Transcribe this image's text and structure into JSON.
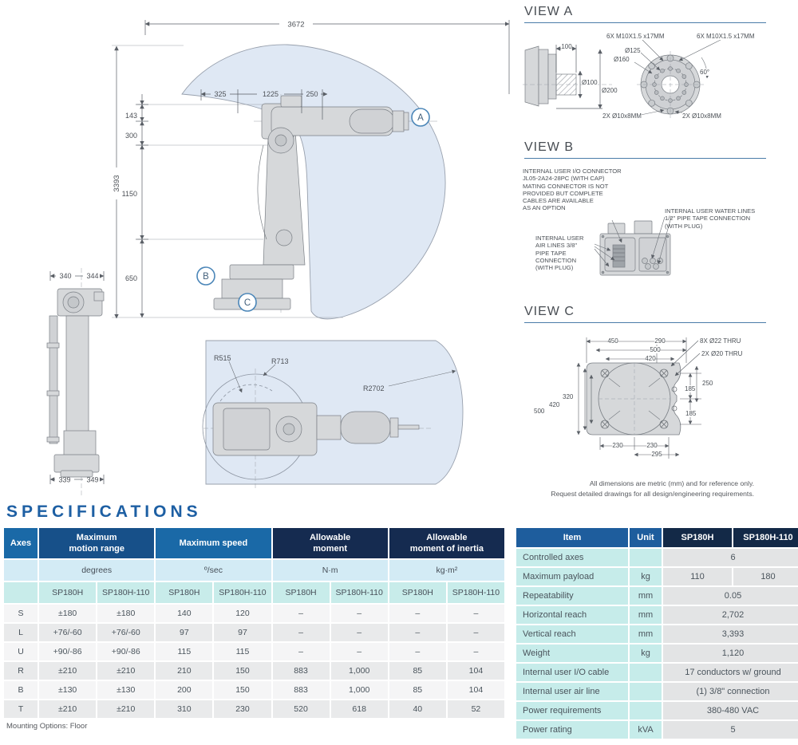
{
  "colors": {
    "header_blue": "#1a69a7",
    "header_dark_blue": "#175089",
    "header_navy": "#152b50",
    "item_header_blue": "#1e5d9d",
    "teal_cell": "#c6ecea",
    "pale_blue_cell": "#d3ebf5",
    "envelope_fill": "#dfe8f4",
    "title_blue": "#1d5fa3",
    "rule_blue": "#4a7ca8"
  },
  "drawing": {
    "dims": {
      "total_w": "3672",
      "total_h": "3393",
      "d325": "325",
      "d1225": "1225",
      "d250": "250",
      "d143": "143",
      "d300": "300",
      "d1150": "1150",
      "d650": "650"
    },
    "markers": {
      "a": "A",
      "b": "B",
      "c": "C"
    },
    "front": {
      "t1": "340",
      "t2": "344",
      "b1": "339",
      "b2": "349"
    },
    "top": {
      "r515": "R515",
      "r713": "R713",
      "r2702": "R2702"
    }
  },
  "views": {
    "a": {
      "title": "VIEW A",
      "labels": {
        "bolts_left": "6X M10X1.5 x17MM",
        "bolts_right": "6X M10X1.5 x17MM",
        "d125": "Ø125",
        "d160": "Ø160",
        "angle": "60°",
        "len100": "100",
        "d100": "Ø100",
        "d200": "Ø200",
        "dowel_left": "2X Ø10x8MM",
        "dowel_right": "2X Ø10x8MM"
      }
    },
    "b": {
      "title": "VIEW B",
      "io_note": "INTERNAL USER I/O CONNECTOR\nJL05-2A24-28PC (WITH CAP)\nMATING CONNECTOR IS NOT\nPROVIDED BUT COMPLETE\nCABLES ARE AVAILABLE\nAS AN OPTION",
      "water_note": "INTERNAL USER WATER LINES\n1/2\" PIPE TAPE CONNECTION\n(WITH PLUG)",
      "air_note": "INTERNAL USER\nAIR LINES  3/8\"\nPIPE TAPE\nCONNECTION\n(WITH PLUG)"
    },
    "c": {
      "title": "VIEW C",
      "labels": {
        "d450": "450",
        "d290": "290",
        "d500t": "500",
        "d420t": "420",
        "thru8": "8X Ø22 THRU",
        "thru2": "2X Ø20 THRU",
        "d250": "250",
        "d185a": "185",
        "d185b": "185",
        "d500l": "500",
        "d420l": "420",
        "d320": "320",
        "d230a": "230",
        "d230b": "230",
        "d295": "295"
      },
      "note_line1": "All dimensions are metric (mm) and for reference only.",
      "note_line2": "Request detailed drawings for all design/engineering requirements."
    }
  },
  "specs": {
    "title": "SPECIFICATIONS",
    "left_table": {
      "h_axes": "Axes",
      "h_motion": "Maximum\nmotion range",
      "h_speed": "Maximum speed",
      "h_moment": "Allowable\nmoment",
      "h_inertia": "Allowable\nmoment of inertia",
      "u_motion": "degrees",
      "u_speed": "º/sec",
      "u_moment": "N·m",
      "u_inertia": "kg·m²",
      "models": [
        "SP180H",
        "SP180H-110"
      ],
      "rows": [
        {
          "axis": "S",
          "values": [
            "±180",
            "±180",
            "140",
            "120",
            "–",
            "–",
            "–",
            "–"
          ]
        },
        {
          "axis": "L",
          "values": [
            "+76/-60",
            "+76/-60",
            "97",
            "97",
            "–",
            "–",
            "–",
            "–"
          ]
        },
        {
          "axis": "U",
          "values": [
            "+90/-86",
            "+90/-86",
            "115",
            "115",
            "–",
            "–",
            "–",
            "–"
          ]
        },
        {
          "axis": "R",
          "values": [
            "±210",
            "±210",
            "210",
            "150",
            "883",
            "1,000",
            "85",
            "104"
          ]
        },
        {
          "axis": "B",
          "values": [
            "±130",
            "±130",
            "200",
            "150",
            "883",
            "1,000",
            "85",
            "104"
          ]
        },
        {
          "axis": "T",
          "values": [
            "±210",
            "±210",
            "310",
            "230",
            "520",
            "618",
            "40",
            "52"
          ]
        }
      ],
      "footnote": "Mounting Options: Floor"
    },
    "right_table": {
      "headers": [
        "Item",
        "Unit",
        "SP180H",
        "SP180H-110"
      ],
      "rows": [
        {
          "item": "Controlled axes",
          "unit": "",
          "value": "6"
        },
        {
          "item": "Maximum payload",
          "unit": "kg",
          "v1": "110",
          "v2": "180"
        },
        {
          "item": "Repeatability",
          "unit": "mm",
          "value": "0.05"
        },
        {
          "item": "Horizontal reach",
          "unit": "mm",
          "value": "2,702"
        },
        {
          "item": "Vertical reach",
          "unit": "mm",
          "value": "3,393"
        },
        {
          "item": "Weight",
          "unit": "kg",
          "value": "1,120"
        },
        {
          "item": "Internal user I/O cable",
          "unit": "",
          "value": "17 conductors w/ ground"
        },
        {
          "item": "Internal user air line",
          "unit": "",
          "value": "(1) 3/8\" connection"
        },
        {
          "item": "Power requirements",
          "unit": "",
          "value": "380-480 VAC"
        },
        {
          "item": "Power rating",
          "unit": "kVA",
          "value": "5"
        }
      ]
    }
  }
}
